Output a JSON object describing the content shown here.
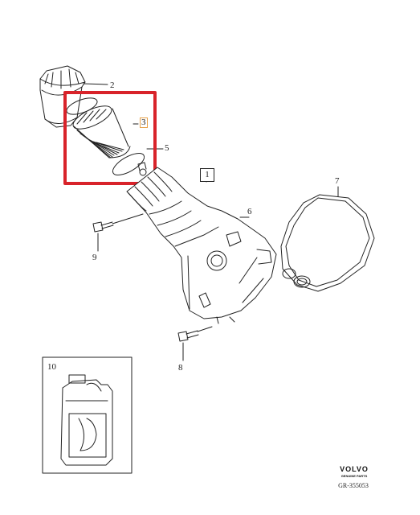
{
  "callouts": {
    "c1": "1",
    "c2": "2",
    "c3": "3",
    "c5": "5",
    "c6": "6",
    "c7": "7",
    "c8": "8",
    "c9": "9",
    "c10": "10"
  },
  "logo": {
    "brand": "VOLVO",
    "sublabel": "GENUINE PARTS"
  },
  "reference": "GR-355053",
  "colors": {
    "highlight": "#d8232a",
    "callout_box": "#e8a24a",
    "line": "#222222"
  }
}
